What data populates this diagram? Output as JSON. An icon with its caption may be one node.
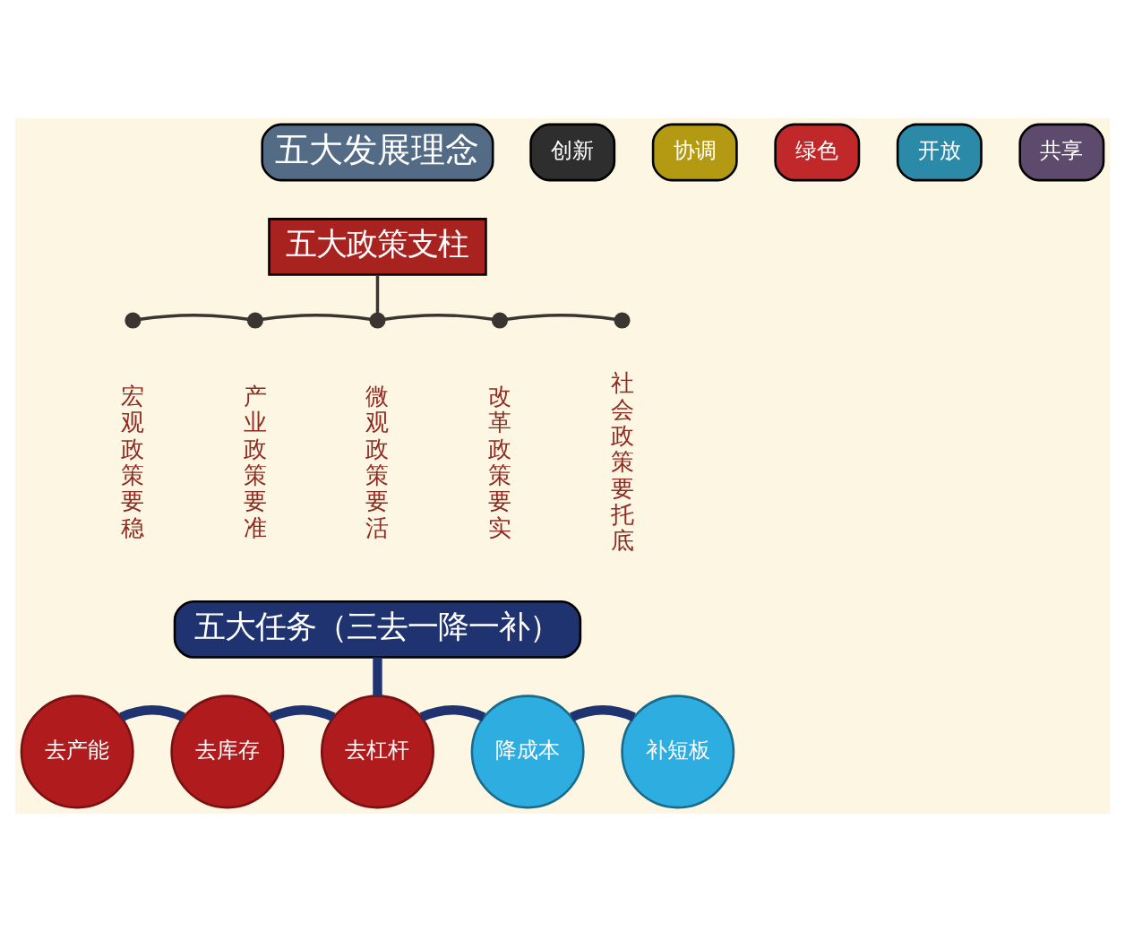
{
  "diagram": {
    "nodes": [
      {
        "text": [
          "五大发展理念"
        ]
      },
      {
        "text": [
          "创新"
        ]
      },
      {
        "text": [
          "协调"
        ]
      },
      {
        "text": [
          "绿色"
        ]
      },
      {
        "text": [
          "开放"
        ]
      },
      {
        "text": [
          "共享"
        ]
      },
      {
        "text": [
          "五大政策支柱"
        ]
      },
      {
        "text": [],
        "shape": "circle",
        "beside": [
          "宏观政策要稳"
        ]
      },
      {
        "text": [],
        "shape": "circle",
        "beside": [
          "产业政策要准"
        ]
      },
      {
        "text": [],
        "shape": "circle",
        "beside": [
          "微观政策要活"
        ]
      },
      {
        "text": [],
        "shape": "circle",
        "beside": [
          "改革政策要实"
        ]
      },
      {
        "text": [],
        "shape": "circle",
        "beside": [
          "社会政策要托底"
        ]
      },
      {
        "text": [
          "五大任务（三去一降一补）"
        ]
      },
      {
        "text": [
          "去产能"
        ]
      },
      {
        "text": [
          "去库存"
        ]
      },
      {
        "text": [
          "去杠杆"
        ]
      },
      {
        "text": [
          "降成本"
        ]
      },
      {
        "text": [
          "补短板"
        ]
      }
    ],
    "edges": [
      {
        "from": 6,
        "to": 9,
        "arrow": "none"
      },
      {
        "from": 7,
        "to": 8,
        "arrow": "none"
      },
      {
        "from": 8,
        "to": 9,
        "arrow": "none"
      },
      {
        "from": 9,
        "to": 10,
        "arrow": "none"
      },
      {
        "from": 10,
        "to": 11,
        "arrow": "none"
      },
      {
        "from": 12,
        "to": 15,
        "arrow": "none",
        "style": "thick",
        "color": "#1f3370"
      },
      {
        "from": 13,
        "to": 14,
        "arrow": "none",
        "style": "thick",
        "color": "#1f3370"
      },
      {
        "from": 14,
        "to": 15,
        "arrow": "none",
        "style": "thick",
        "color": "#1f3370"
      },
      {
        "from": 15,
        "to": 16,
        "arrow": "none",
        "style": "thick",
        "color": "#1f3370"
      },
      {
        "from": 16,
        "to": 17,
        "arrow": "none",
        "style": "thick",
        "color": "#1f3370"
      }
    ]
  }
}
